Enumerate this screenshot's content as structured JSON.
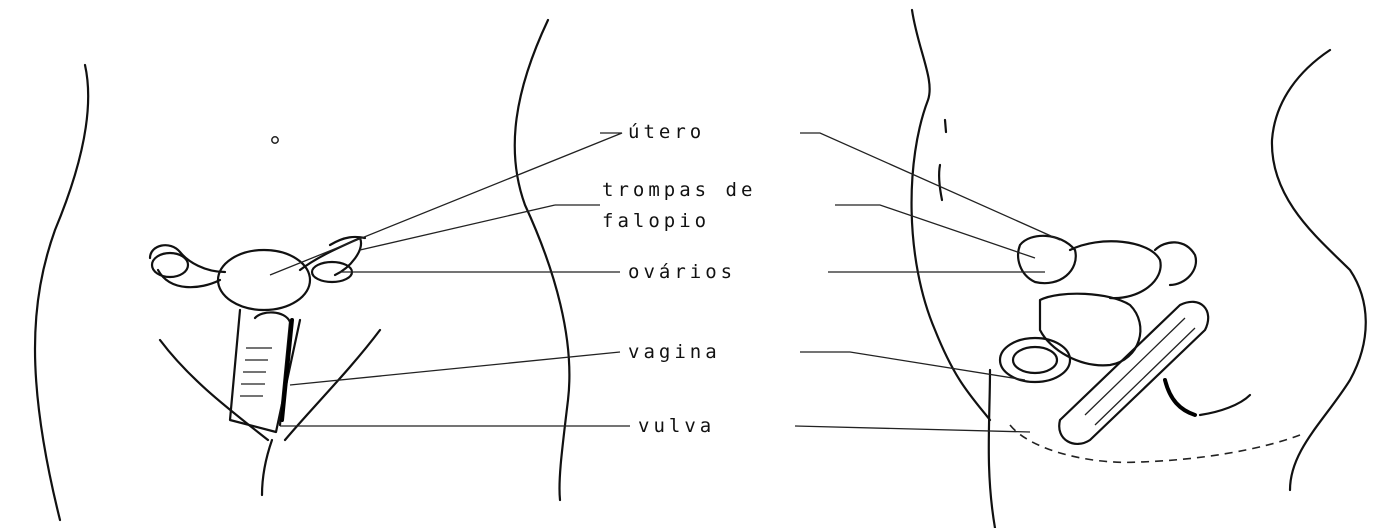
{
  "labels": {
    "utero": "útero",
    "trompas_line1": "trompas de",
    "trompas_line2": "falopio",
    "ovarios": "ovários",
    "vagina": "vagina",
    "vulva": "vulva"
  }
}
